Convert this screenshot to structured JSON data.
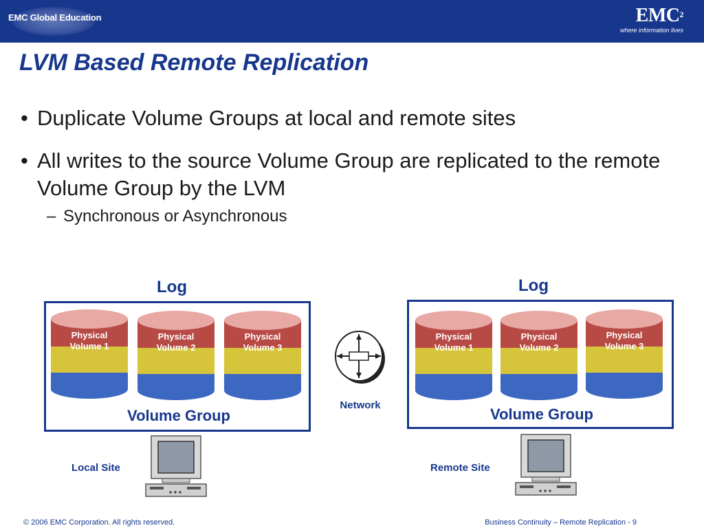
{
  "header": {
    "brand_left": "EMC Global Education",
    "brand_right_name": "EMC",
    "brand_right_sup": "2",
    "brand_right_tagline": "where information lives"
  },
  "slide": {
    "title": "LVM Based Remote Replication",
    "bullets": [
      "Duplicate Volume Groups at local and remote sites",
      "All writes to the source Volume Group are replicated to the remote Volume Group by the LVM"
    ],
    "subbullet": "Synchronous or Asynchronous"
  },
  "diagram": {
    "local": {
      "log_label": "Log",
      "volume_group_label": "Volume Group",
      "site_label": "Local Site",
      "volumes": [
        {
          "line1": "Physical",
          "line2": "Volume 1"
        },
        {
          "line1": "Physical",
          "line2": "Volume 2"
        },
        {
          "line1": "Physical",
          "line2": "Volume 3"
        }
      ]
    },
    "remote": {
      "log_label": "Log",
      "volume_group_label": "Volume Group",
      "site_label": "Remote Site",
      "volumes": [
        {
          "line1": "Physical",
          "line2": "Volume 1"
        },
        {
          "line1": "Physical",
          "line2": "Volume 2"
        },
        {
          "line1": "Physical",
          "line2": "Volume 3"
        }
      ]
    },
    "network_label": "Network"
  },
  "footer": {
    "copyright": "© 2006 EMC Corporation. All rights reserved.",
    "course": "Business Continuity – Remote Replication",
    "page": "9"
  },
  "colors": {
    "brand_blue": "#17378d",
    "volume_red": "#b84a46",
    "volume_yellow": "#d6c53a",
    "volume_blue": "#3d68c2"
  }
}
